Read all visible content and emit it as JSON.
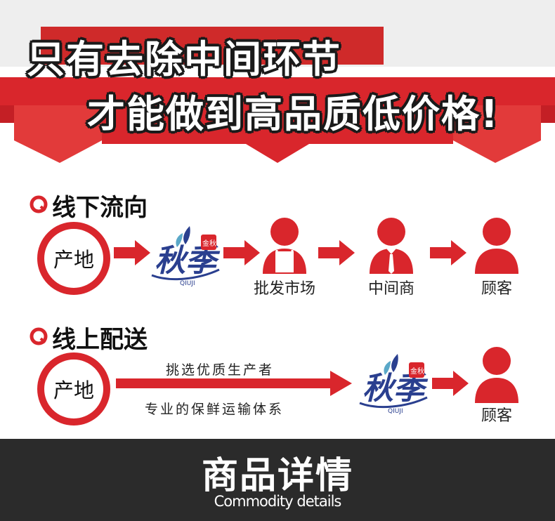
{
  "banner": {
    "line1": "只有去除中间环节",
    "line2": "才能做到高品质低价格!"
  },
  "offline": {
    "title": "线下流向",
    "origin": "产地",
    "brand": {
      "seal": "金秋",
      "name": "秋季",
      "latin": "QIUJI"
    },
    "steps": [
      {
        "label": "批发市场",
        "icon": "wholesaler-person-icon"
      },
      {
        "label": "中间商",
        "icon": "middleman-person-icon"
      },
      {
        "label": "顾客",
        "icon": "customer-person-icon"
      }
    ]
  },
  "online": {
    "title": "线上配送",
    "origin": "产地",
    "caption_top": "挑选优质生产者",
    "caption_bottom": "专业的保鲜运输体系",
    "brand": {
      "seal": "金秋",
      "name": "秋季",
      "latin": "QIUJI"
    },
    "customer": "顾客"
  },
  "footer": {
    "title": "商品详情",
    "subtitle": "Commodity details"
  },
  "colors": {
    "accent": "#d9262c",
    "dark": "#2b2b2b",
    "brand_blue": "#2a3f8f"
  }
}
